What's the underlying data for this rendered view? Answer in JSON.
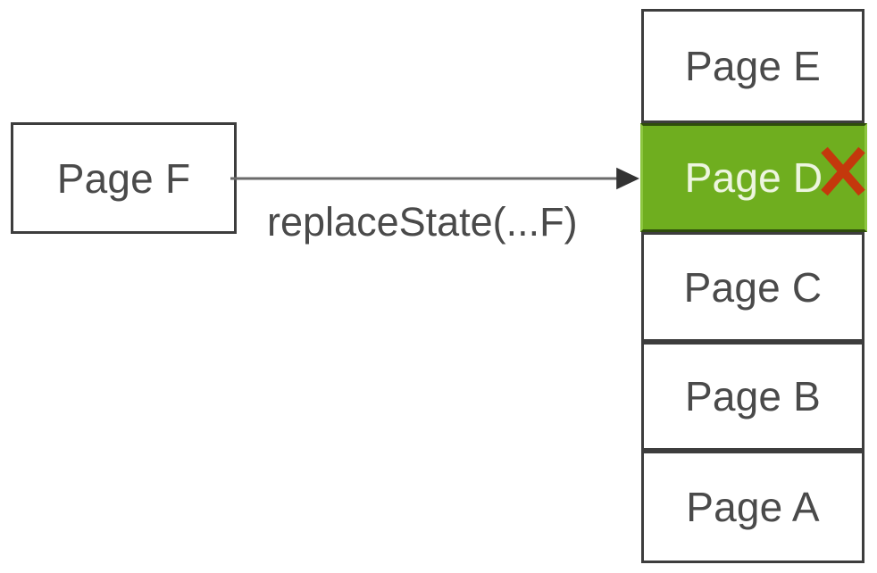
{
  "diagram": {
    "title": "Browser history stack replaceState diagram",
    "background_color": "#ffffff",
    "source_node": {
      "label": "Page F",
      "fill": "#ffffff",
      "border_color": "#3d3d3d",
      "text_color": "#4a4a4a"
    },
    "transition": {
      "caption": "replaceState(...F)",
      "arrow_color": "#6b6b6b",
      "arrow_direction": "right",
      "arrowhead": "filled-triangle"
    },
    "stack": {
      "name": "history-stack",
      "order": "top-is-newest",
      "entries": [
        {
          "label": "Page E",
          "highlighted": false,
          "marked_for_removal": false,
          "fill": "#ffffff",
          "text_color": "#4a4a4a"
        },
        {
          "label": "Page D",
          "highlighted": true,
          "marked_for_removal": true,
          "fill": "#6fae1f",
          "text_color": "#edf5df"
        },
        {
          "label": "Page C",
          "highlighted": false,
          "marked_for_removal": false,
          "fill": "#ffffff",
          "text_color": "#4a4a4a"
        },
        {
          "label": "Page B",
          "highlighted": false,
          "marked_for_removal": false,
          "fill": "#ffffff",
          "text_color": "#4a4a4a"
        },
        {
          "label": "Page A",
          "highlighted": false,
          "marked_for_removal": false,
          "fill": "#ffffff",
          "text_color": "#4a4a4a"
        }
      ]
    },
    "delete_mark": {
      "glyph": "X",
      "color": "#c4380c",
      "attached_to": "Page D"
    }
  }
}
